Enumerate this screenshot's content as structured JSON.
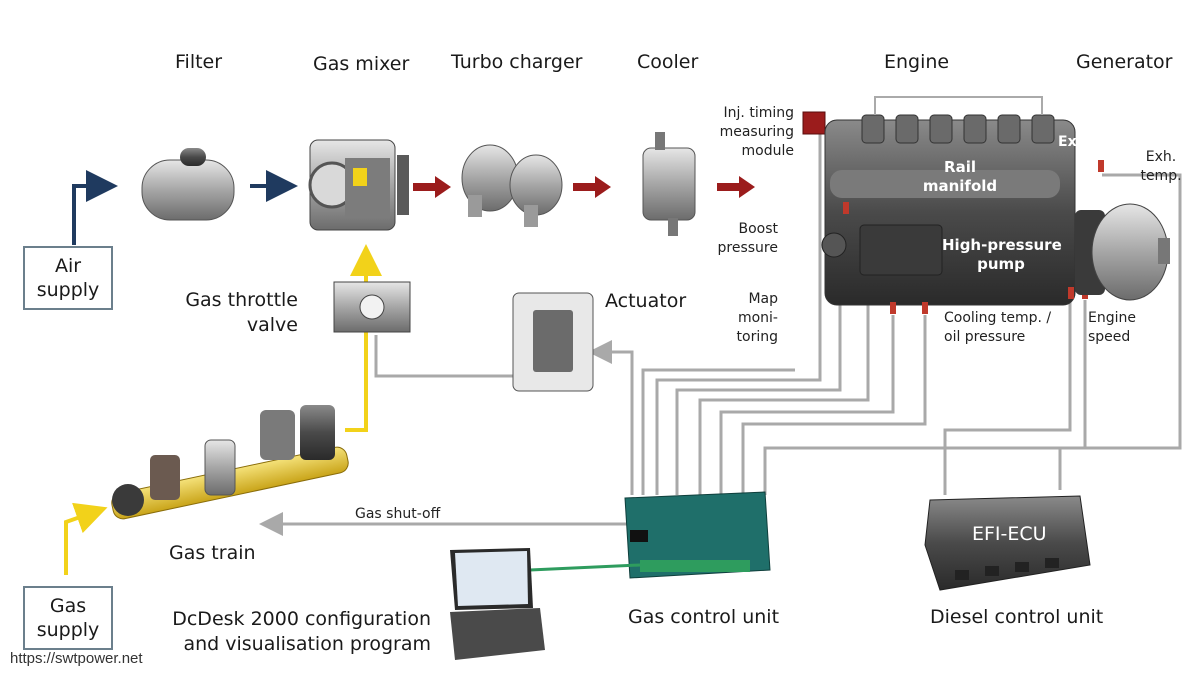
{
  "components": {
    "filter": "Filter",
    "gas_mixer": "Gas mixer",
    "turbo_charger": "Turbo charger",
    "cooler": "Cooler",
    "engine": "Engine",
    "generator": "Generator"
  },
  "inputs": {
    "air_supply": [
      "Air",
      "supply"
    ],
    "gas_supply": [
      "Gas",
      "supply"
    ]
  },
  "labels": {
    "inj_timing": [
      "Inj. timing",
      "measuring",
      "module"
    ],
    "exhaust": "Exhaust",
    "exh_temp": [
      "Exh.",
      "temp."
    ],
    "rail_manifold": [
      "Rail",
      "manifold"
    ],
    "boost_pressure": [
      "Boost",
      "pressure"
    ],
    "high_pressure_pump": [
      "High-pressure",
      "pump"
    ],
    "gas_throttle_valve": [
      "Gas throttle",
      "valve"
    ],
    "actuator": "Actuator",
    "map_monitoring": [
      "Map",
      "moni-",
      "toring"
    ],
    "cooling_temp": [
      "Cooling temp. /",
      "oil pressure"
    ],
    "engine_speed": [
      "Engine",
      "speed"
    ],
    "gas_shutoff": "Gas shut-off",
    "gas_train": "Gas train",
    "efi_ecu": "EFI-ECU",
    "gas_control_unit": "Gas control unit",
    "diesel_control_unit": "Diesel control unit",
    "dcdesk": [
      "DcDesk 2000 configuration",
      "and visualisation program"
    ]
  },
  "watermark": "https://swtpower.net",
  "colors": {
    "air_arrow": "#1f3a5f",
    "mix_arrow": "#9b1c1c",
    "gas_line": "#f2d21a",
    "signal_line": "#a9a9a9",
    "gcu_board": "#1f6f6a"
  }
}
